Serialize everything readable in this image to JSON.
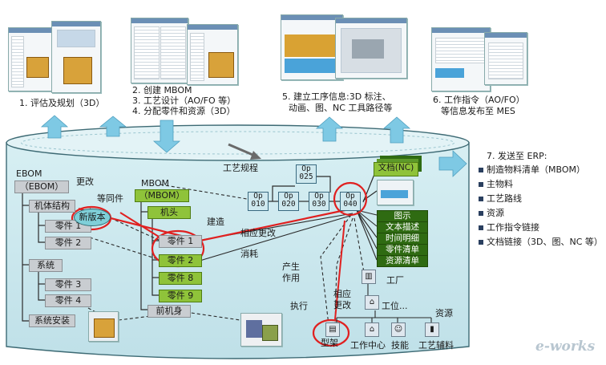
{
  "top_steps": {
    "step1": "1. 评估及规划（3D）",
    "step2": "2. 创建 MBOM",
    "step3": "3. 工艺设计（AO/FO 等）",
    "step4": "4. 分配零件和资源（3D）",
    "step5a": "5. 建立工序信息:3D 标注、",
    "step5b": "动画、图、NC 工具路径等",
    "step6a": "6. 工作指令（AO/FO）",
    "step6b": "等信息发布至 MES"
  },
  "ebom": {
    "title": "EBOM",
    "header": "（EBOM）",
    "update": "更改",
    "new_version": "新版本",
    "items": [
      "机体结构",
      "零件 1",
      "零件 2",
      "系统",
      "零件 3",
      "零件 4",
      "系统安装"
    ]
  },
  "mbom": {
    "title": "MBOM",
    "equivalent": "等同件",
    "header": "（MBOM）",
    "items": [
      "机头",
      "零件 1",
      "零件 2",
      "零件 8",
      "零件 9",
      "前机身"
    ]
  },
  "links": {
    "build": "建造",
    "corresponding_change": "相应更改",
    "consume": "消耗",
    "produce": "产生",
    "effect": "作用",
    "execute": "执行",
    "corr_change_v1": "相应",
    "corr_change_v2": "更改"
  },
  "process": {
    "title": "工艺规程",
    "ops": [
      {
        "op": "Op",
        "num": "010"
      },
      {
        "op": "Op",
        "num": "020"
      },
      {
        "op": "Op",
        "num": "030"
      },
      {
        "op": "Op",
        "num": "040"
      },
      {
        "op": "Op",
        "num": "025"
      }
    ],
    "doc": "文档(NC)",
    "info_boxes": [
      "图示",
      "文本描述",
      "时间明细",
      "零件清单",
      "资源清单"
    ]
  },
  "resources": {
    "factory": "工厂",
    "station": "工位...",
    "resources": "资源",
    "fixture": "型架",
    "work_center": "工作中心",
    "skill": "技能",
    "aux": "工艺辅料"
  },
  "erp": {
    "title": "7. 发送至 ERP:",
    "items": [
      "制造物料清单（MBOM）",
      "主物料",
      "工艺路线",
      "资源",
      "工作指令链接",
      "文档链接（3D、图、NC 等）"
    ]
  },
  "watermark": "e-works",
  "colors": {
    "tank": "#c7e6ec",
    "arrow": "#7ec9e4",
    "green": "#8fc33a",
    "dark_green": "#2f6b12",
    "red": "#e02020"
  }
}
